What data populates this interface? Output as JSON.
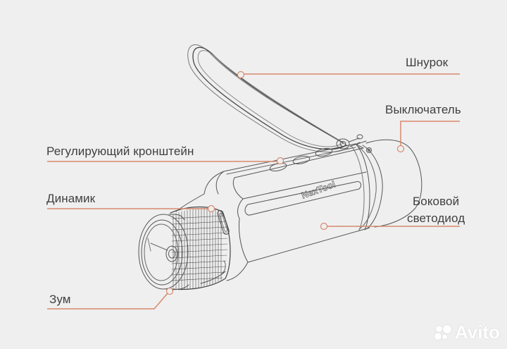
{
  "diagram": {
    "subject": "NexTool flashlight",
    "brand_text": "NexTool",
    "accent_color": "#d9886e",
    "outline_color": "#555555",
    "background_color": "#efefef"
  },
  "callouts": [
    {
      "id": "lanyard",
      "label": "Шнурок"
    },
    {
      "id": "switch",
      "label": "Выключатель"
    },
    {
      "id": "bracket",
      "label": "Регулирующий кронштейн"
    },
    {
      "id": "speaker",
      "label": "Динамик"
    },
    {
      "id": "side_led",
      "label_line1": "Боковой",
      "label_line2": "светодиод"
    },
    {
      "id": "zoom",
      "label": "Зум"
    }
  ],
  "watermark": {
    "text": "Avito",
    "icon": "avito-dots-icon"
  }
}
